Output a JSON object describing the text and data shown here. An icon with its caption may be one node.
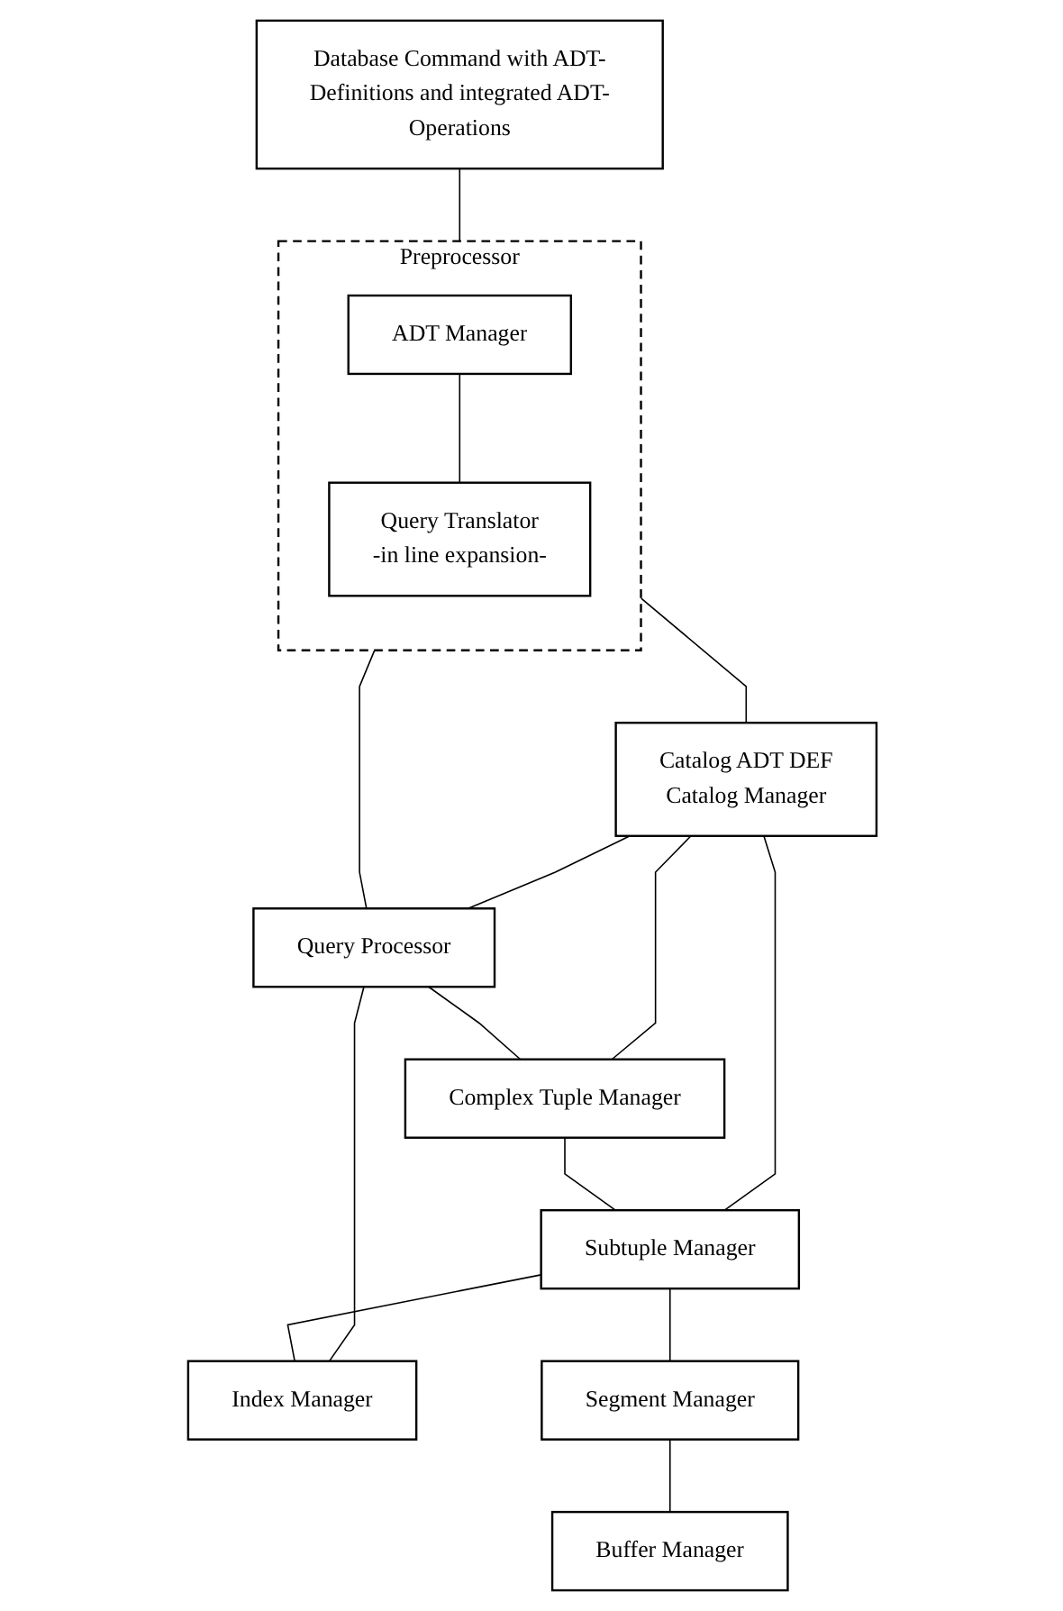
{
  "diagram": {
    "nodes": [
      {
        "text": [
          "Database Command with ADT-Definitions and integrated ADT-Operations"
        ]
      },
      {
        "text": [
          "Preprocessor"
        ]
      },
      {
        "text": [
          "ADT Manager"
        ],
        "in": 1
      },
      {
        "text": [
          "Query Translator",
          "-in line expansion-"
        ],
        "in": 1
      },
      {
        "text": [
          "Catalog ADT DEF",
          "Catalog Manager"
        ]
      },
      {
        "text": [
          "Query Processor"
        ]
      },
      {
        "text": [
          "Complex Tuple Manager"
        ]
      },
      {
        "text": [
          "Index Manager"
        ]
      },
      {
        "text": [
          "Subtuple Manager"
        ]
      },
      {
        "text": [
          "Segment Manager"
        ]
      },
      {
        "text": [
          "Buffer Manager"
        ]
      }
    ],
    "edges": [
      {
        "from": 0,
        "to": 1,
        "arrow": "none"
      },
      {
        "from": 2,
        "to": 3,
        "arrow": "none"
      },
      {
        "from": 1,
        "to": 4,
        "arrow": "none"
      },
      {
        "from": 1,
        "to": 5,
        "arrow": "none"
      },
      {
        "from": 4,
        "to": 5,
        "arrow": "none"
      },
      {
        "from": 4,
        "to": 6,
        "arrow": "none"
      },
      {
        "from": 4,
        "to": 8,
        "arrow": "none"
      },
      {
        "from": 5,
        "to": 6,
        "arrow": "none"
      },
      {
        "from": 6,
        "to": 8,
        "arrow": "none"
      },
      {
        "from": 5,
        "to": 7,
        "arrow": "none"
      },
      {
        "from": 8,
        "to": 7,
        "arrow": "none"
      },
      {
        "from": 8,
        "to": 9,
        "arrow": "none"
      },
      {
        "from": 9,
        "to": 10,
        "arrow": "none"
      }
    ]
  }
}
